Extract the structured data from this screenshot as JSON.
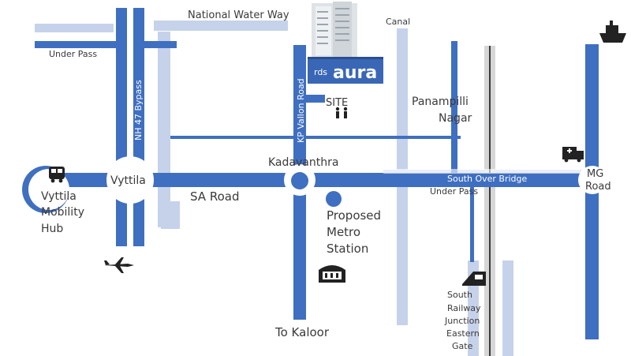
{
  "labels": {
    "national_water_way": "National Water Way",
    "canal": "Canal",
    "under_pass_left": "Under Pass",
    "nh47_bypass": "NH 47 Bypass",
    "kp_vallon_road": "KP Vallon Road",
    "site": "SITE",
    "panampilli_1": "Panampilli",
    "panampilli_2": "Nagar",
    "kadavanthra": "Kadavanthra",
    "vyttila": "Vyttila",
    "sa_road": "SA Road",
    "south_over_bridge": "South Over Bridge",
    "under_pass_right": "Under Pass",
    "mg_1": "MG",
    "mg_2": "Road",
    "hub_1": "Vyttila",
    "hub_2": "Mobility",
    "hub_3": "Hub",
    "metro_1": "Proposed",
    "metro_2": "Metro",
    "metro_3": "Station",
    "to_kaloor": "To Kaloor",
    "rly_1": "South",
    "rly_2": "Railway",
    "rly_3": "Junction",
    "rly_4": "Eastern",
    "rly_5": "Gate"
  },
  "logo": {
    "prefix": "rds",
    "name": "aura"
  },
  "icons": {
    "bus": "bus-icon",
    "airplane": "airplane-icon",
    "ship": "ship-icon",
    "ambulance": "ambulance-icon",
    "pedestrians": "pedestrians-icon",
    "theatre": "theatre-icon",
    "train": "train-icon",
    "building": "building-icon"
  },
  "colors": {
    "road": "#3f6fc0",
    "road_light": "#c6d2ea",
    "background": "#ffffff",
    "logo_bg": "#3a67b5",
    "rail": "#c9c9c9"
  }
}
